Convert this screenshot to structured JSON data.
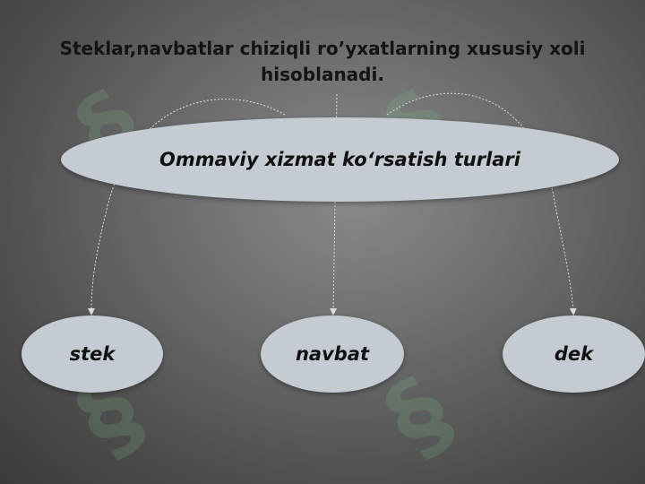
{
  "title": "Steklar,navbatlar chiziqli  ro’yxatlarning xususiy xoli hisoblanadi.",
  "center_node": "Ommaviy xizmat ko‘rsatish turlari",
  "nodes": [
    "stek",
    "navbat",
    "dek"
  ],
  "colors": {
    "ellipse_fill": "#c5cbd3",
    "text": "#111111",
    "connector": "#dddddd"
  }
}
